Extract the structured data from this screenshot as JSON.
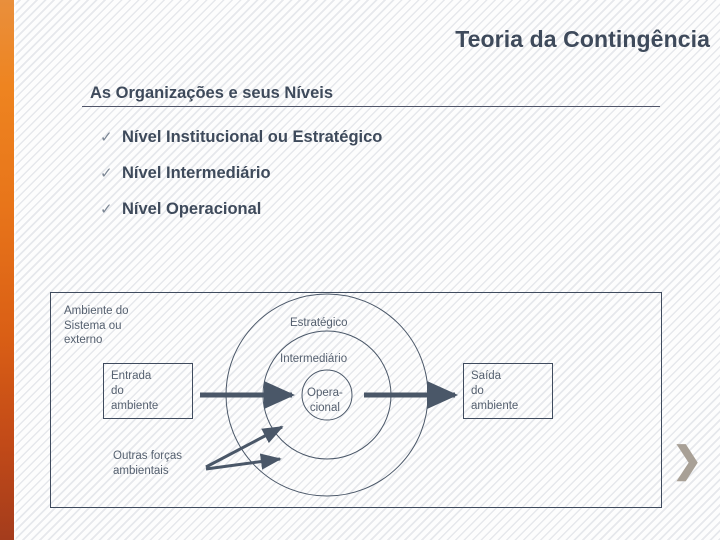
{
  "slide": {
    "title": "Teoria da Contingência",
    "subtitle": "As Organizações e seus Níveis",
    "accent_color": "#e8751a",
    "text_color": "#3e4a5b",
    "diagram_ink_color": "#3f4b5e",
    "ornament_color": "#a8a096"
  },
  "bullets": [
    {
      "marker": "✓",
      "label": "Nível Institucional ou Estratégico"
    },
    {
      "marker": "✓",
      "label": "Nível Intermediário"
    },
    {
      "marker": "✓",
      "label": "Nível Operacional"
    }
  ],
  "diagram": {
    "environment_label": "Ambiente do\nSistema ou\nexterno",
    "input_box": "Entrada\ndo\nambiente",
    "output_box": "Saída\ndo\nambiente",
    "other_forces_label": "Outras forças\nambientais",
    "rings": [
      {
        "name": "Estratégico",
        "label": "Estratégico"
      },
      {
        "name": "Intermediário",
        "label": "Intermediário"
      },
      {
        "name": "Operacional",
        "label": "Opera-\ncional"
      }
    ]
  },
  "ornament": {
    "chevron": "❯"
  }
}
